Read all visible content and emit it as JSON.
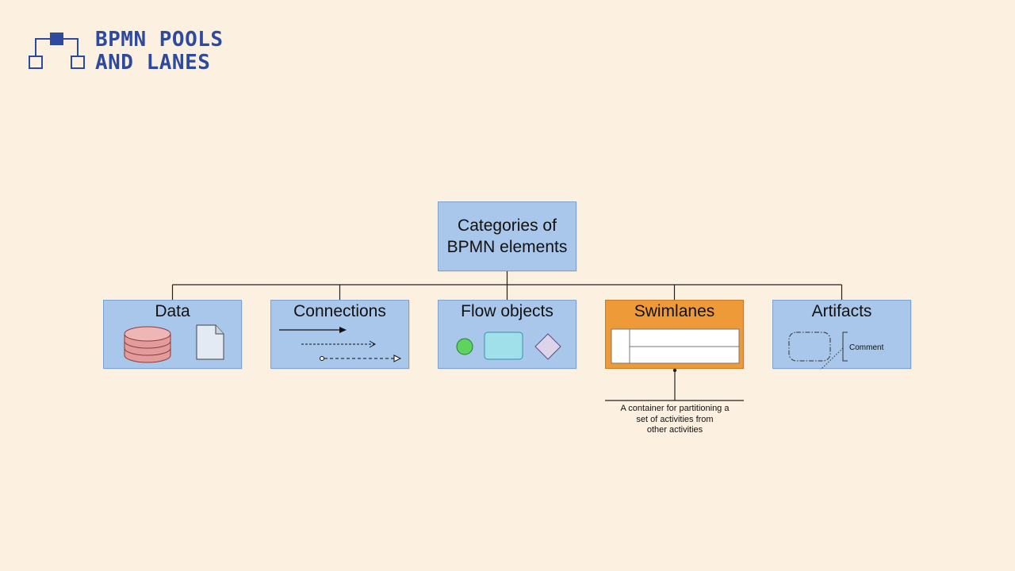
{
  "logo": {
    "line1": "BPMN POOLS",
    "line2": "AND LANES",
    "color": "#2e4a9e"
  },
  "root": {
    "line1": "Categories of",
    "line2": "BPMN elements"
  },
  "categories": [
    {
      "label": "Data"
    },
    {
      "label": "Connections"
    },
    {
      "label": "Flow objects"
    },
    {
      "label": "Swimlanes",
      "highlighted": true
    },
    {
      "label": "Artifacts"
    }
  ],
  "artifact_comment": "Comment",
  "swimlane_description": {
    "line1": "A container for partitioning a",
    "line2": "set of activities from",
    "line3": "other activities"
  },
  "colors": {
    "background": "#fcf1e1",
    "box": "#a8c7ea",
    "highlight": "#ee9a38"
  }
}
